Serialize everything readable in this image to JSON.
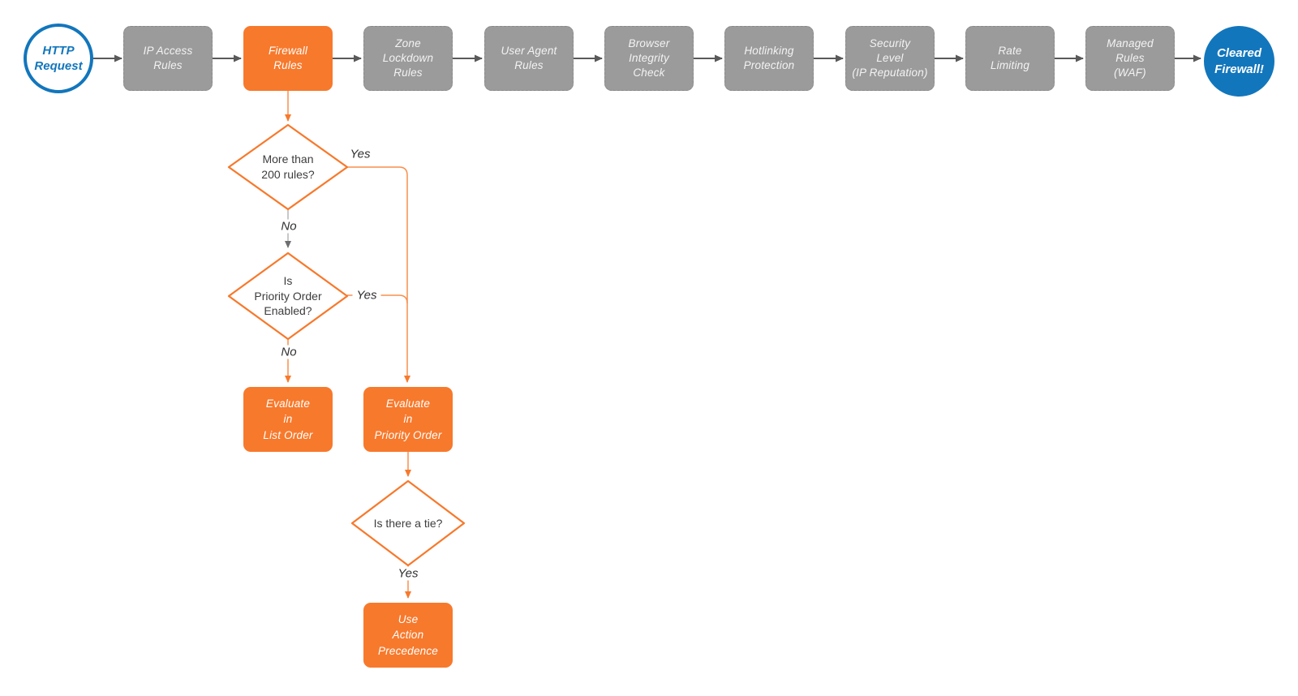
{
  "diagram": {
    "colors": {
      "orange": "#f7792c",
      "orange_connector": "#f78f4d",
      "gray_node_fill": "#9b9b9b",
      "gray_node_border": "#8a8a8a",
      "blue": "#1276bc",
      "dark_connector": "#595959",
      "light_gray_connector": "#b5b5b5",
      "decision_text": "#3d3d3d",
      "node_text_light": "#f3f3f3",
      "background": "#ffffff"
    },
    "start_node": {
      "label": "HTTP\nRequest"
    },
    "end_node": {
      "label": "Cleared\nFirewall!"
    },
    "pipeline_nodes": [
      {
        "label": "IP Access\nRules",
        "variant": "gray"
      },
      {
        "label": "Firewall\nRules",
        "variant": "orange"
      },
      {
        "label": "Zone\nLockdown\nRules",
        "variant": "gray"
      },
      {
        "label": "User Agent\nRules",
        "variant": "gray"
      },
      {
        "label": "Browser\nIntegrity\nCheck",
        "variant": "gray"
      },
      {
        "label": "Hotlinking\nProtection",
        "variant": "gray"
      },
      {
        "label": "Security\nLevel\n(IP Reputation)",
        "variant": "gray"
      },
      {
        "label": "Rate\nLimiting",
        "variant": "gray"
      },
      {
        "label": "Managed\nRules\n(WAF)",
        "variant": "gray"
      }
    ],
    "decisions": [
      {
        "label": "More than\n200 rules?"
      },
      {
        "label": "Is\nPriority Order\nEnabled?"
      },
      {
        "label": "Is there a tie?"
      }
    ],
    "action_nodes": [
      {
        "label": "Evaluate\nin\nList Order"
      },
      {
        "label": "Evaluate\nin\nPriority Order"
      },
      {
        "label": "Use\nAction\nPrecedence"
      }
    ],
    "edge_labels": {
      "decision1_yes": "Yes",
      "decision1_no": "No",
      "decision2_yes": "Yes",
      "decision2_no": "No",
      "decision3_yes": "Yes"
    }
  }
}
